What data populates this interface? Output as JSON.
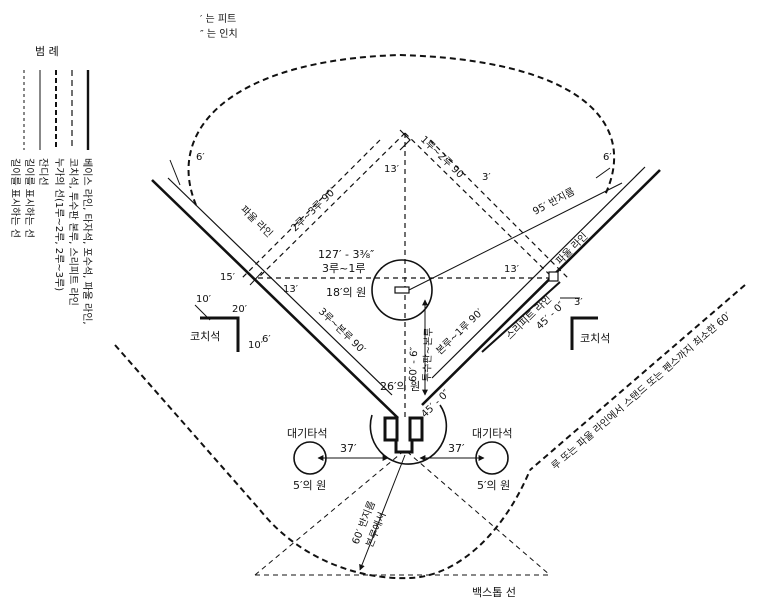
{
  "units": {
    "feet": "′ 는 피트",
    "inches": "″ 는 인치"
  },
  "legend": {
    "title": "범 례",
    "items": [
      "베이스 라인, 타자석, 포수석, 파울 라인,",
      "코치석, 투수판 본루, 스리피트 라인",
      "누가의 선(1루~2루, 2루~3루)",
      "잔디선",
      "길이를 표시하는 선",
      "길이를 표시하는 선"
    ]
  },
  "labels": {
    "foul_line_left": "파울 라인",
    "foul_line_right": "파울 라인",
    "first_second": "1루~2루 90′",
    "second_third": "2루~3루 90′",
    "third_home": "3루~본루 90′",
    "home_first": "본루~1루 90′",
    "diag_1": "127′ - 3⅜″",
    "diag_2": "3루~1루",
    "circle_18": "18′의 원",
    "circle_26": "26′의 원",
    "pitch_dist": "60′ - 6″",
    "pitch_label": "투수판~본루",
    "radius_95": "95′ 반지름",
    "three_foot_line": "스리피트 라인",
    "dist_45_a": "45′ - 0″",
    "dist_45_b": "45′ - 0″",
    "coach_left": "코치석",
    "coach_right": "코치석",
    "ondeck_left": "대기타석",
    "ondeck_right": "대기타석",
    "circle5_left": "5′의 원",
    "circle5_right": "5′의 원",
    "d37_left": "37′",
    "d37_right": "37′",
    "radius_60": "60′ 반지름",
    "from_home": "본루에서",
    "backstop_line": "백스톱 선",
    "stand_note": "루 또는 파울 라인에서 스탠드 또는 펜스까지 최소한 60′",
    "six_left": "6′",
    "six_right": "6′",
    "three_top": "3′",
    "three_right": "3′",
    "thirteen_top": "13′",
    "thirteen_left": "13′",
    "thirteen_right": "13′",
    "fifteen": "15′",
    "ten_a": "10′",
    "ten_b": "10′",
    "twenty": "20′",
    "six_coach": "6′"
  }
}
